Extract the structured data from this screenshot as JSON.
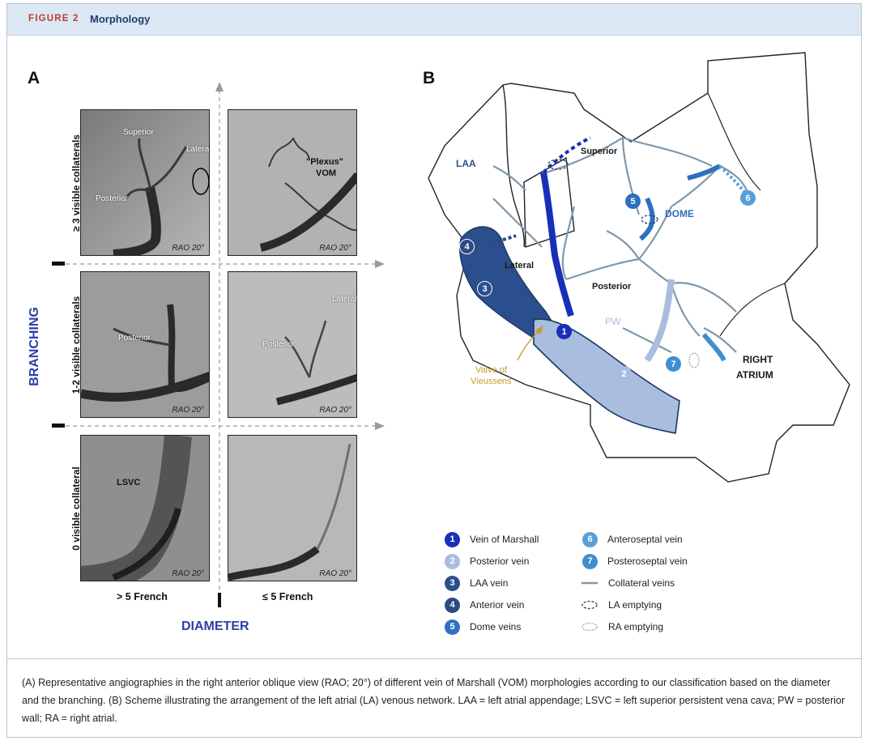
{
  "header": {
    "figure_label": "FIGURE 2",
    "title": "Morphology"
  },
  "panel_a": {
    "letter": "A",
    "axis_y_title": "BRANCHING",
    "axis_x_title": "DIAMETER",
    "rows": [
      "≥ 3 visible collaterals",
      "1-2 visible collaterals",
      "0 visible collateral"
    ],
    "cols": [
      "> 5 French",
      "≤ 5 French"
    ],
    "view_label": "RAO 20°",
    "labels": {
      "superior": "Superior",
      "lateral": "Lateral",
      "posterior": "Posterior",
      "plexus": "\"Plexus\"",
      "vom": "VOM",
      "lsvc": "LSVC"
    }
  },
  "panel_b": {
    "letter": "B",
    "labels": {
      "laa": "LAA",
      "superior": "Superior",
      "dome": "DOME",
      "lateral": "Lateral",
      "posterior": "Posterior",
      "pw": "PW",
      "right_atrium_1": "RIGHT",
      "right_atrium_2": "ATRIUM",
      "valve_1": "Valve of",
      "valve_2": "Vieussens"
    },
    "badges": [
      "1",
      "2",
      "3",
      "4",
      "5",
      "6",
      "7"
    ],
    "colors": {
      "vom": "#1a2fb8",
      "posterior": "#a9bedf",
      "laa": "#2b4f8c",
      "anterior": "#2e4a84",
      "dome": "#2f6fc0",
      "anteroseptal": "#5a9ed6",
      "posteroseptal": "#3f8fd0",
      "collateral": "#7f98ab"
    }
  },
  "legend": {
    "items": [
      {
        "badge": "1",
        "label": "Vein of Marshall",
        "color": "#1a2fb8"
      },
      {
        "badge": "2",
        "label": "Posterior vein",
        "color": "#a9bedf"
      },
      {
        "badge": "3",
        "label": "LAA vein",
        "color": "#2b4f8c"
      },
      {
        "badge": "4",
        "label": "Anterior vein",
        "color": "#2e4a84"
      },
      {
        "badge": "5",
        "label": "Dome veins",
        "color": "#2f6fc0"
      },
      {
        "badge": "6",
        "label": "Anteroseptal vein",
        "color": "#5a9ed6"
      },
      {
        "badge": "7",
        "label": "Posteroseptal vein",
        "color": "#3f8fd0"
      }
    ],
    "collateral": "Collateral veins",
    "la_emptying": "LA emptying",
    "ra_emptying": "RA emptying"
  },
  "caption": "(A) Representative angiographies in the right anterior oblique view (RAO; 20°) of different vein of Marshall (VOM) morphologies according to our classification based on the diameter and the branching. (B) Scheme illustrating the arrangement of the left atrial (LA) venous network. LAA = left atrial appendage; LSVC = left superior persistent vena cava; PW = posterior wall; RA = right atrial."
}
